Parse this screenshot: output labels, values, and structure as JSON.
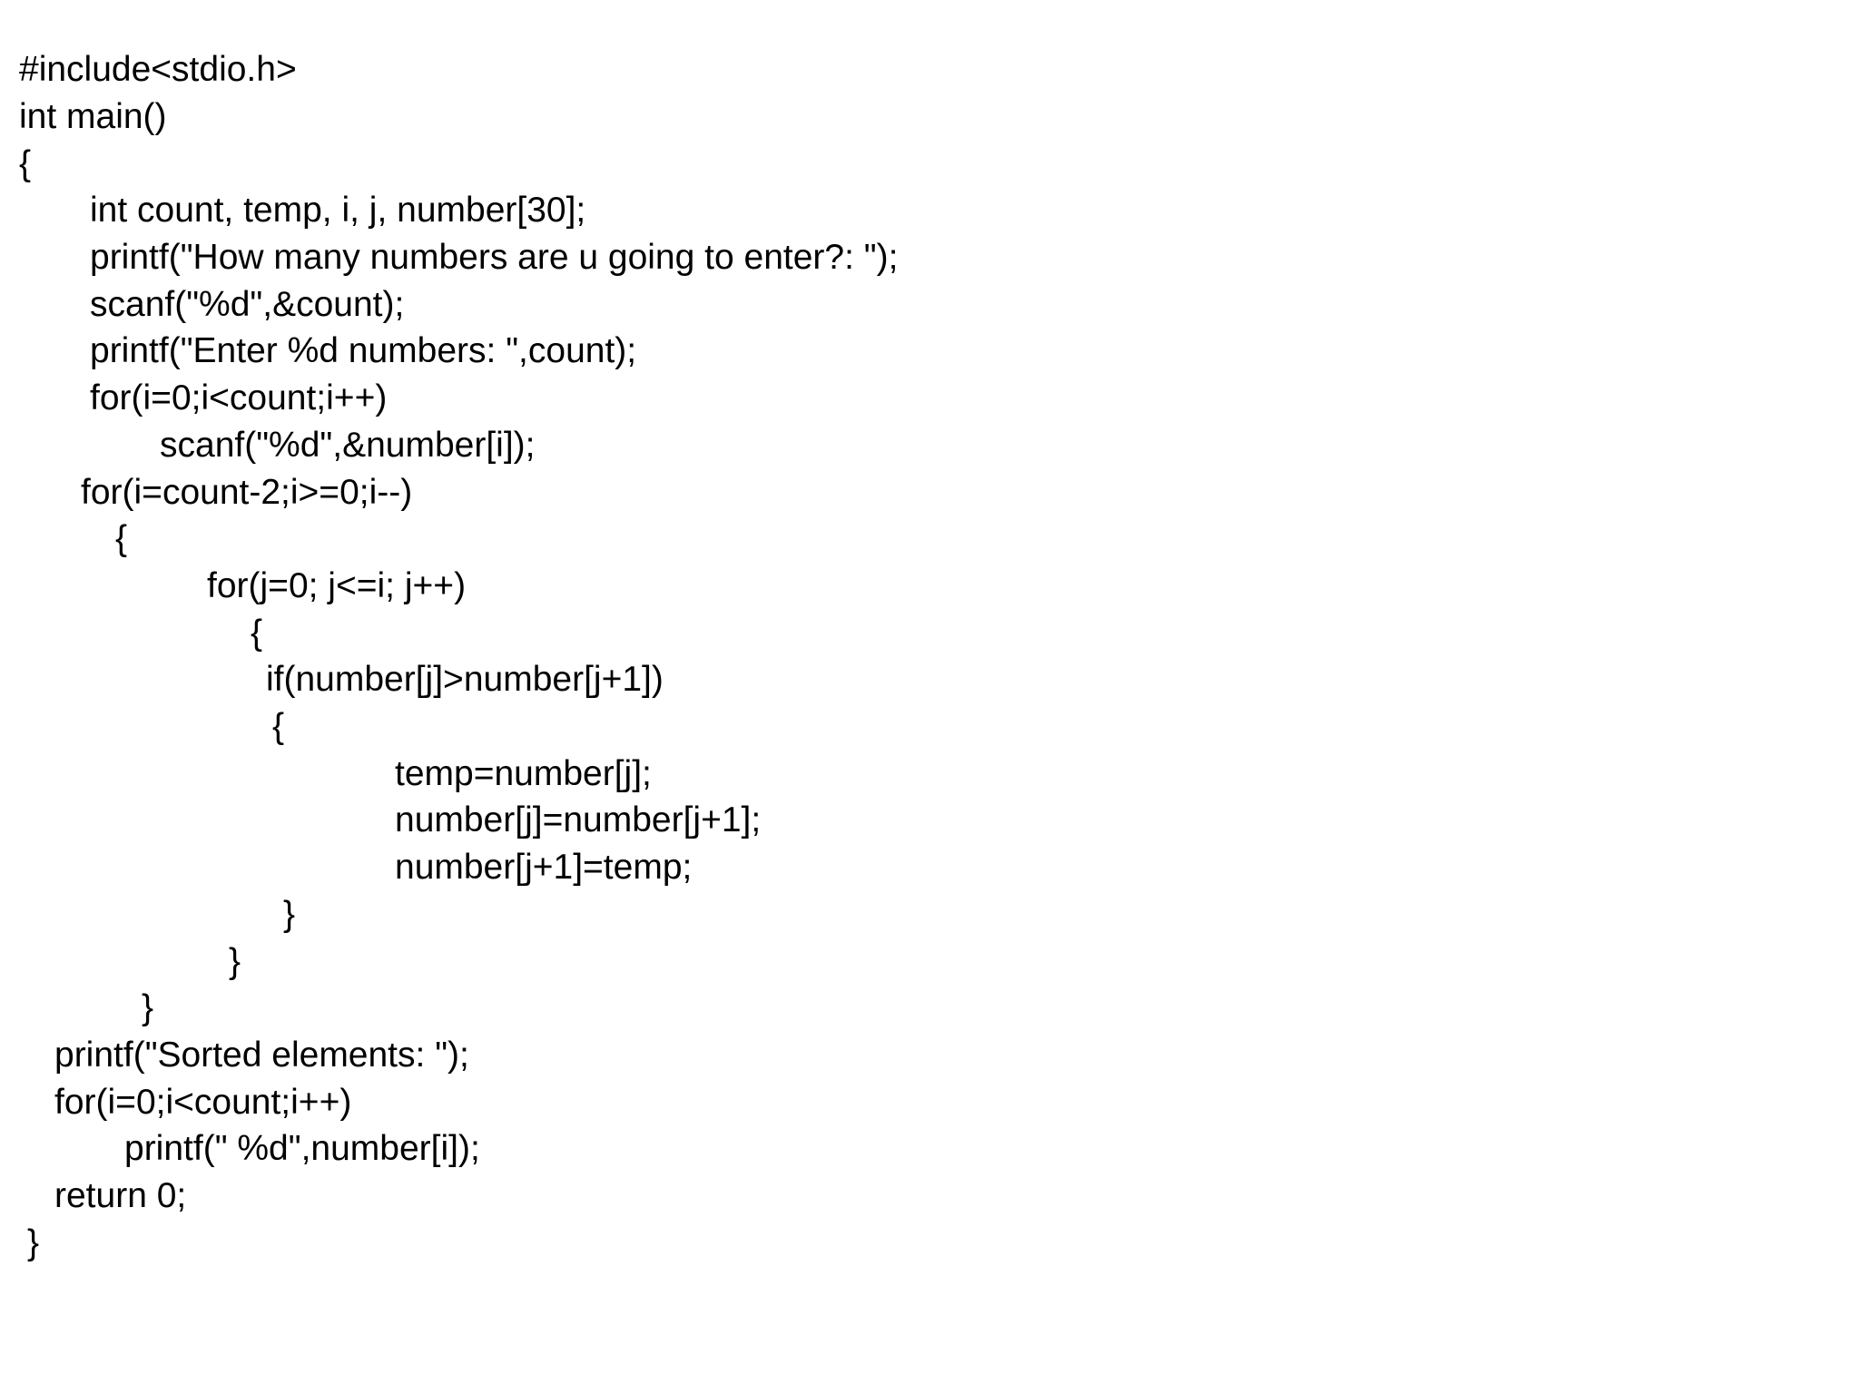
{
  "code": {
    "lines": [
      "#include<stdio.h>",
      "int main()",
      "{",
      "int count, temp, i, j, number[30];",
      "printf(\"How many numbers are u going to enter?: \");",
      "scanf(\"%d\",&count);",
      "printf(\"Enter %d numbers: \",count);",
      "for(i=0;i<count;i++)",
      "scanf(\"%d\",&number[i]);",
      "for(i=count-2;i>=0;i--)",
      "{",
      "for(j=0; j<=i; j++)",
      "{",
      "if(number[j]>number[j+1])",
      "{",
      "temp=number[j];",
      "number[j]=number[j+1];",
      "number[j+1]=temp;",
      "}",
      "}",
      "}",
      "printf(\"Sorted elements: \");",
      "for(i=0;i<count;i++)",
      "printf(\" %d\",number[i]);",
      "return 0;",
      "}"
    ]
  }
}
